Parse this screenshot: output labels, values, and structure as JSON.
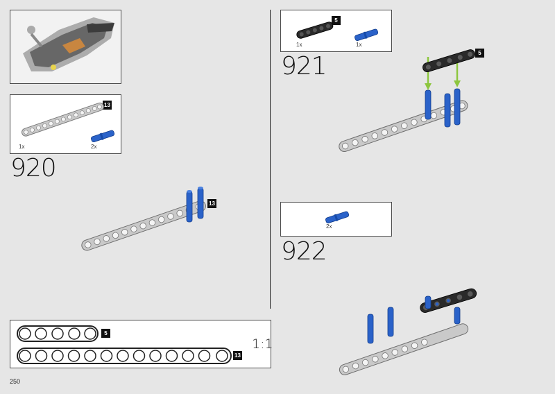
{
  "page": {
    "number": "250"
  },
  "overview": {
    "icon": "partial-model-icon"
  },
  "steps": [
    {
      "number": "920",
      "parts": [
        {
          "qty": "1x",
          "badge": "13",
          "icon": "beam-13-gray-icon"
        },
        {
          "qty": "2x",
          "icon": "pin-blue-icon"
        }
      ],
      "badge": "13"
    },
    {
      "number": "921",
      "parts": [
        {
          "qty": "1x",
          "badge": "5",
          "icon": "beam-5-black-icon"
        },
        {
          "qty": "1x",
          "icon": "pin-blue-icon"
        }
      ],
      "badge": "5"
    },
    {
      "number": "922",
      "parts": [
        {
          "qty": "2x",
          "icon": "pin-blue-icon"
        }
      ]
    }
  ],
  "scale": {
    "label": "1:1",
    "beam5_badge": "5",
    "beam13_badge": "13"
  },
  "colors": {
    "pin": "#2a62c9",
    "beam_gray": "#bdbdbd",
    "beam_black": "#2a2a2a",
    "arrow": "#8dc63f",
    "background": "#e6e6e6"
  }
}
